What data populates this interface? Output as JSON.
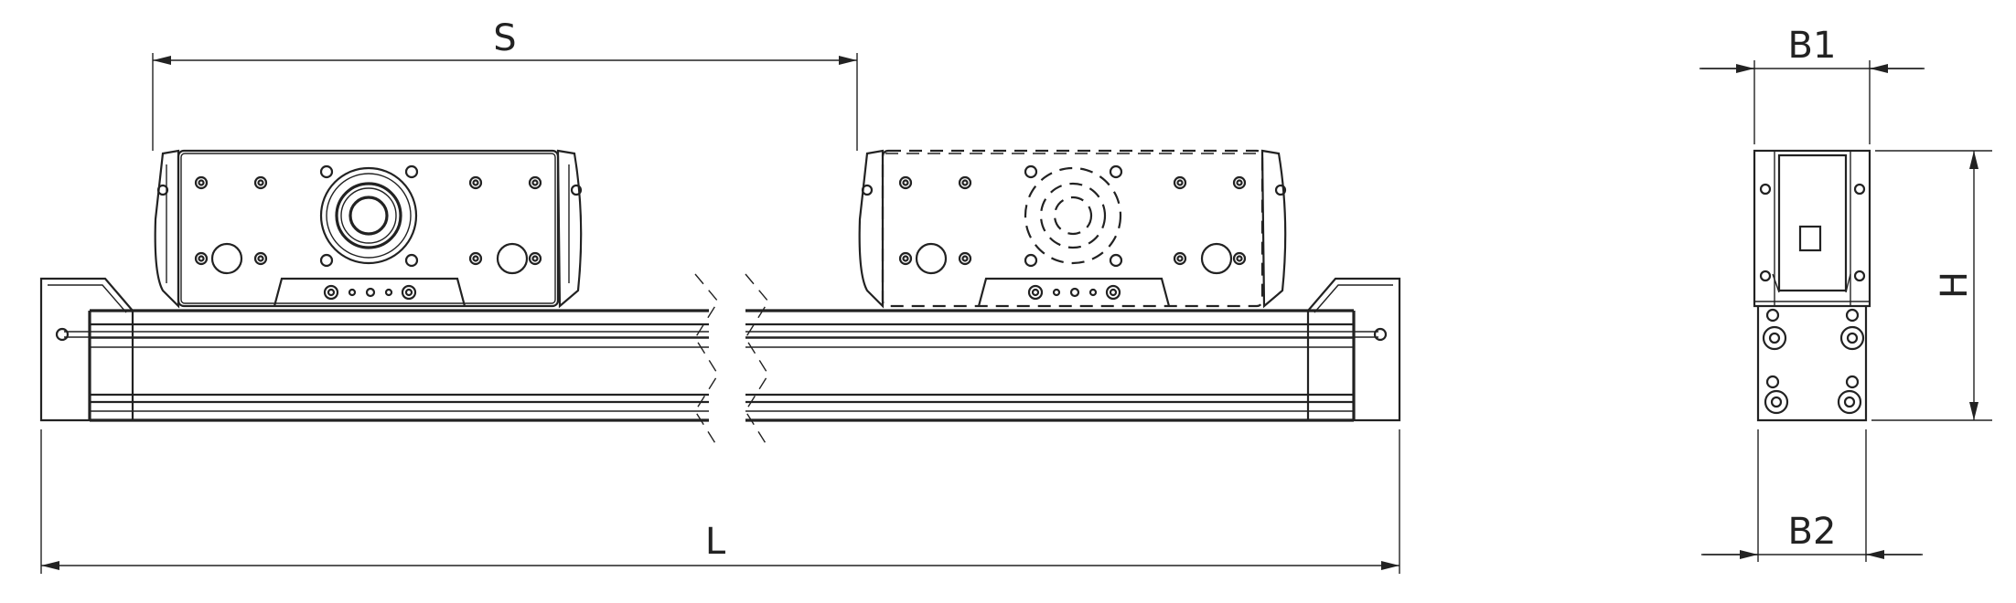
{
  "dimensions": {
    "stroke": "S",
    "length": "L",
    "width_top": "B1",
    "width_bottom": "B2",
    "height": "H"
  },
  "colors": {
    "line": "#222222",
    "background": "#ffffff",
    "rail_fill": "#f4f4f4"
  }
}
